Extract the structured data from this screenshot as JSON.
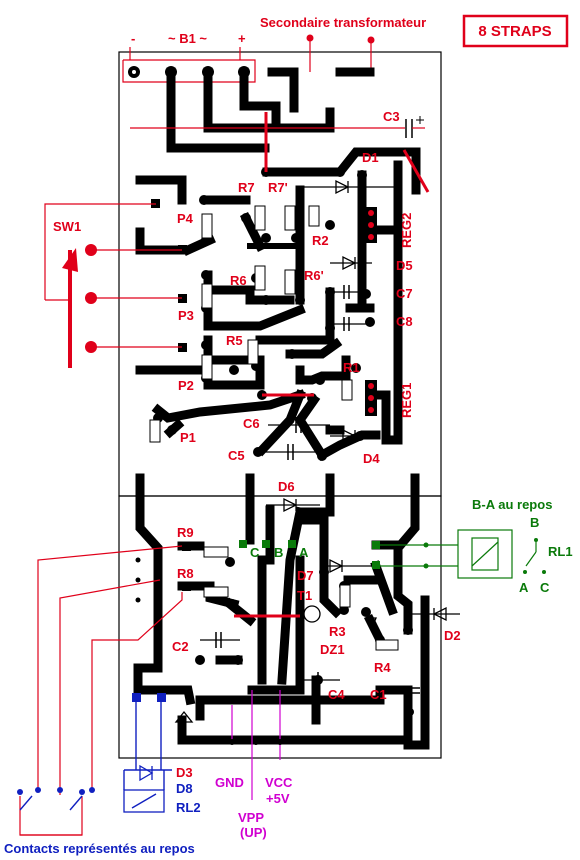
{
  "header": {
    "title": "Secondaire transformateur",
    "badge": "8 STRAPS",
    "bridge_minus": "-",
    "bridge_label": "~ B1 ~",
    "bridge_plus": "+"
  },
  "components_top": {
    "c3": "C3",
    "d1": "D1",
    "r7": "R7",
    "r7p": "R7'",
    "reg2": "REG2",
    "p4": "P4",
    "r2": "R2",
    "d5": "D5",
    "r6": "R6",
    "r6p": "R6'",
    "c7": "C7",
    "p3": "P3",
    "c8": "C8",
    "r5": "R5",
    "r1": "R1",
    "p2": "P2",
    "reg1": "REG1",
    "c6": "C6",
    "p1": "P1",
    "c5": "C5",
    "d4": "D4",
    "sw1": "SW1"
  },
  "components_bottom": {
    "d6": "D6",
    "c": "C",
    "b": "B",
    "a": "A",
    "r9": "R9",
    "r8": "R8",
    "d7": "D7",
    "t1": "T1",
    "r3": "R3",
    "d2": "D2",
    "c2": "C2",
    "dz1": "DZ1",
    "r4": "R4",
    "c4": "C4",
    "c1": "C1",
    "d3": "D3",
    "d8": "D8",
    "rl2": "RL2"
  },
  "relay": {
    "title": "B-A au repos",
    "b": "B",
    "a": "A",
    "c": "C",
    "rl1": "RL1"
  },
  "power": {
    "gnd": "GND",
    "vpp": "VPP",
    "vpp_sub": "(UP)",
    "vcc": "VCC",
    "vcc_sub": "+5V"
  },
  "footer": {
    "caption": "Contacts représentés au repos"
  },
  "colors": {
    "red": "#e0001a",
    "green": "#0a7a0a",
    "blue": "#1020c0",
    "magenta": "#d000d0"
  }
}
